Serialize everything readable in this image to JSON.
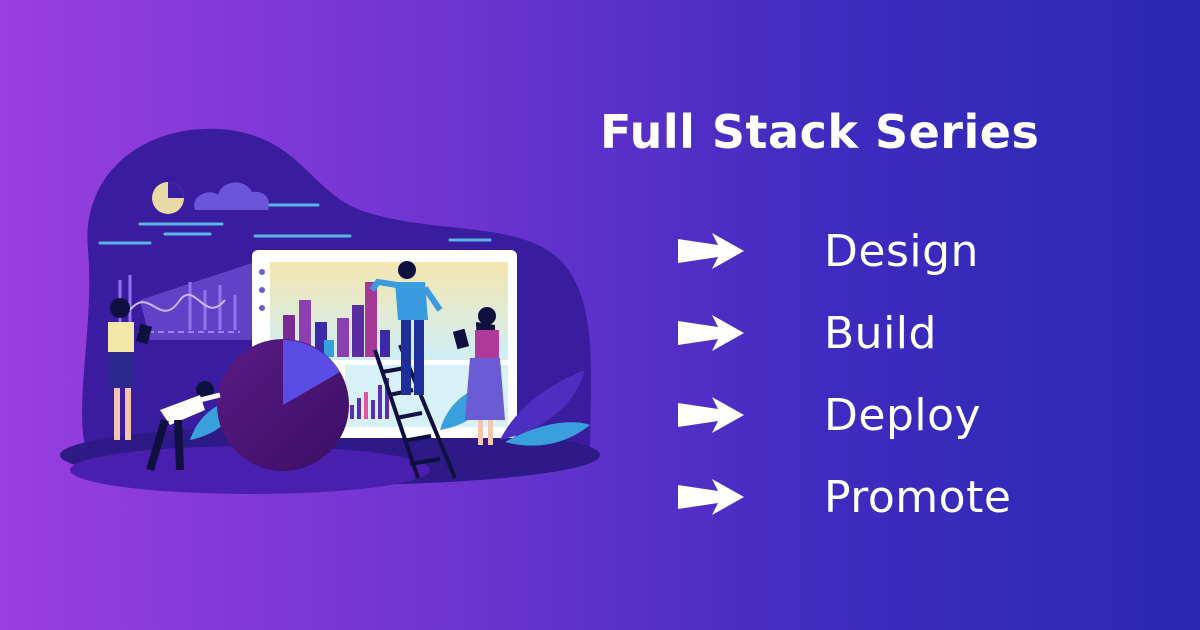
{
  "header": {
    "title": "Full Stack Series"
  },
  "steps": [
    {
      "label": "Design",
      "icon": "arrow-right-icon"
    },
    {
      "label": "Build",
      "icon": "arrow-right-icon"
    },
    {
      "label": "Deploy",
      "icon": "arrow-right-icon"
    },
    {
      "label": "Promote",
      "icon": "arrow-right-icon"
    }
  ],
  "colors": {
    "bg_left": "#9a3ee0",
    "bg_right": "#2a28b2",
    "text": "#ffffff"
  }
}
